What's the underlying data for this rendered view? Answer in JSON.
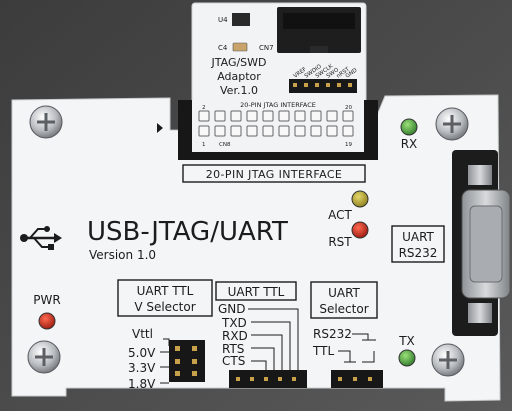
{
  "adapter": {
    "ref_u4": "U4",
    "ref_c4": "C4",
    "ref_cn7": "CN7",
    "ref_cn8": "CN8",
    "title_line1": "JTAG/SWD",
    "title_line2": "Adaptor",
    "title_line3": "Ver.1.0",
    "header_labels": [
      "VREF",
      "SWDIO",
      "SWCLK",
      "SWO",
      "nRST",
      "GND"
    ],
    "jtag_label": "20-PIN JTAG INTERFACE",
    "pin_2": "2",
    "pin_1": "1",
    "pin_19": "19",
    "pin_20": "20"
  },
  "board": {
    "jtag_interface_label": "20-PIN JTAG INTERFACE",
    "usb_symbol": "usb-icon",
    "product_name": "USB-JTAG/UART",
    "version": "Version 1.0",
    "led_rx": "RX",
    "led_act": "ACT",
    "led_rst": "RST",
    "led_pwr": "PWR",
    "led_tx": "TX",
    "uart_rs232_line1": "UART",
    "uart_rs232_line2": "RS232",
    "vsel_line1": "UART TTL",
    "vsel_line2": "V Selector",
    "vttl": "Vttl",
    "v50": "5.0V",
    "v33": "3.3V",
    "v18": "1.8V",
    "uart_ttl": "UART TTL",
    "pins": [
      "GND",
      "TXD",
      "RXD",
      "RTS",
      "CTS"
    ],
    "selector_line1": "UART",
    "selector_line2": "Selector",
    "sel_rs232": "RS232",
    "sel_ttl": "TTL"
  },
  "colors": {
    "board": "#f4f5f6",
    "led_green": "#2f9a3b",
    "led_yellow": "#b0a12a",
    "led_red": "#c22418",
    "connector": "#1d1d1d"
  }
}
